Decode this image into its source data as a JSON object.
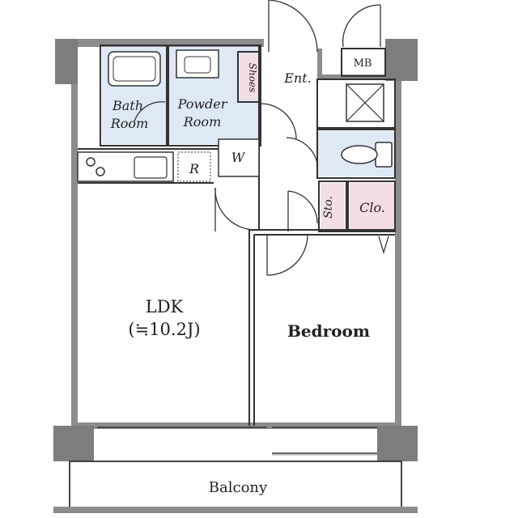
{
  "rooms": {
    "bath": {
      "line1": "Bath",
      "line2": "Room"
    },
    "powder": {
      "line1": "Powder",
      "line2": "Room"
    },
    "washer": "W",
    "fridge": "R",
    "shoes": "Shoes",
    "entrance": "Ent.",
    "mb": "MB",
    "storage": "Sto.",
    "closet": "Clo.",
    "ldk": {
      "line1": "LDK",
      "line2": "(≒10.2J)"
    },
    "bedroom": "Bedroom",
    "balcony": "Balcony"
  },
  "colors": {
    "wall": "#8c8c8c",
    "column": "#7d7d7d",
    "wet_area": "#dfe8f5",
    "storage_pink": "#f3dde6",
    "line": "#333333"
  }
}
